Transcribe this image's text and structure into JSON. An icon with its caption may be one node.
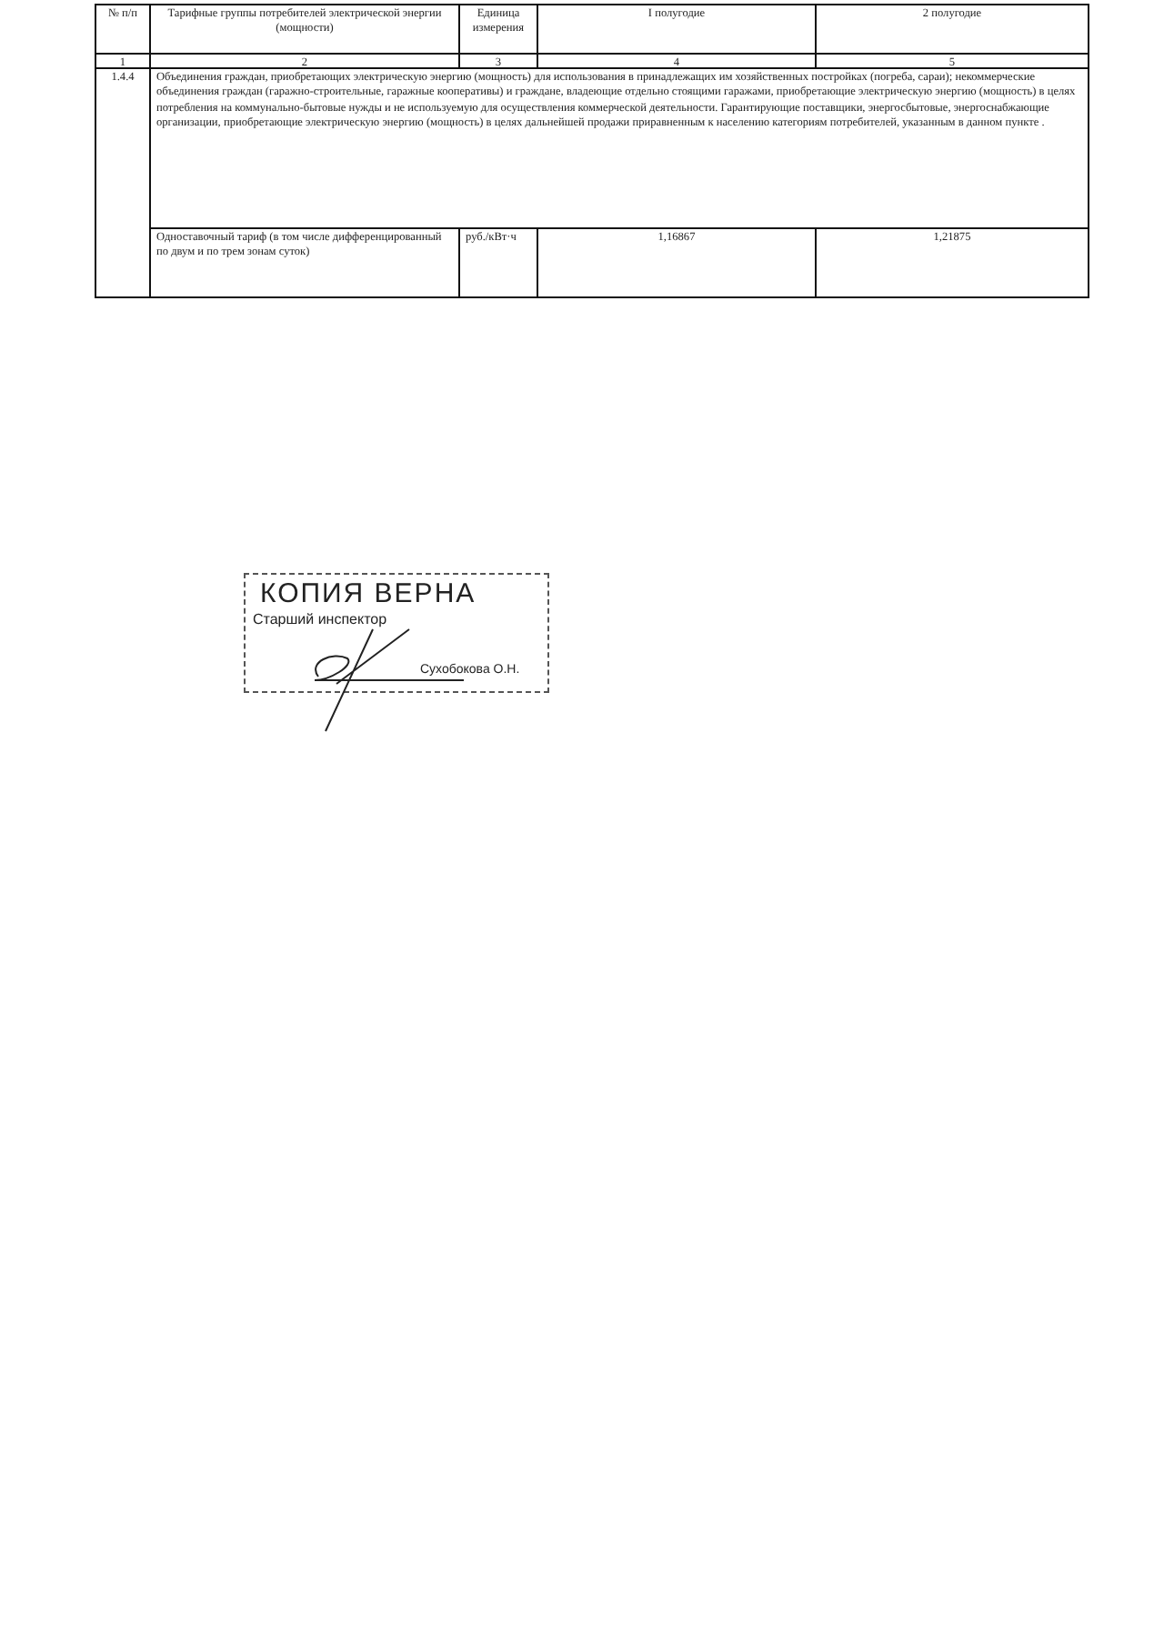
{
  "diagram": {
    "nodes": [
      {
        "text": [
          "КОПИЯ ВЕРНА",
          "Старший инспектор",
          "Сухобокова О.Н."
        ]
      }
    ],
    "labels": [
      "№ п/п",
      "Тарифные группы потребителей электрической энергии (мощности)",
      "Единица измерения",
      "I полугодие",
      "2 полугодие",
      "1",
      "2",
      "3",
      "4",
      "5",
      "1.4.4",
      "Объединения граждан, приобретающих электрическую энергию (мощность) для использования в принадлежащих им хозяйственных постройках (погреба, сараи); некоммерческие объединения граждан (гаражно-строительные, гаражные кооперативы) и граждане, владеющие отдельно стоящими гаражами, приобретающие электрическую энергию (мощность) в целях потребления на коммунально-бытовые нужды и не используемую для осуществления коммерческой деятельности. Гарантирующие поставщики, энергосбытовые, энергоснабжающие организации, приобретающие электрическую энергию (мощность) в целях дальнейшей продажи приравненным к населению категориям потребителей, указанным в данном пункте .",
      "Одноставочный тариф (в том числе дифференцированный по двум и по трем зонам суток)",
      "руб./кВт·ч",
      "1,16867",
      "1,21875"
    ]
  }
}
